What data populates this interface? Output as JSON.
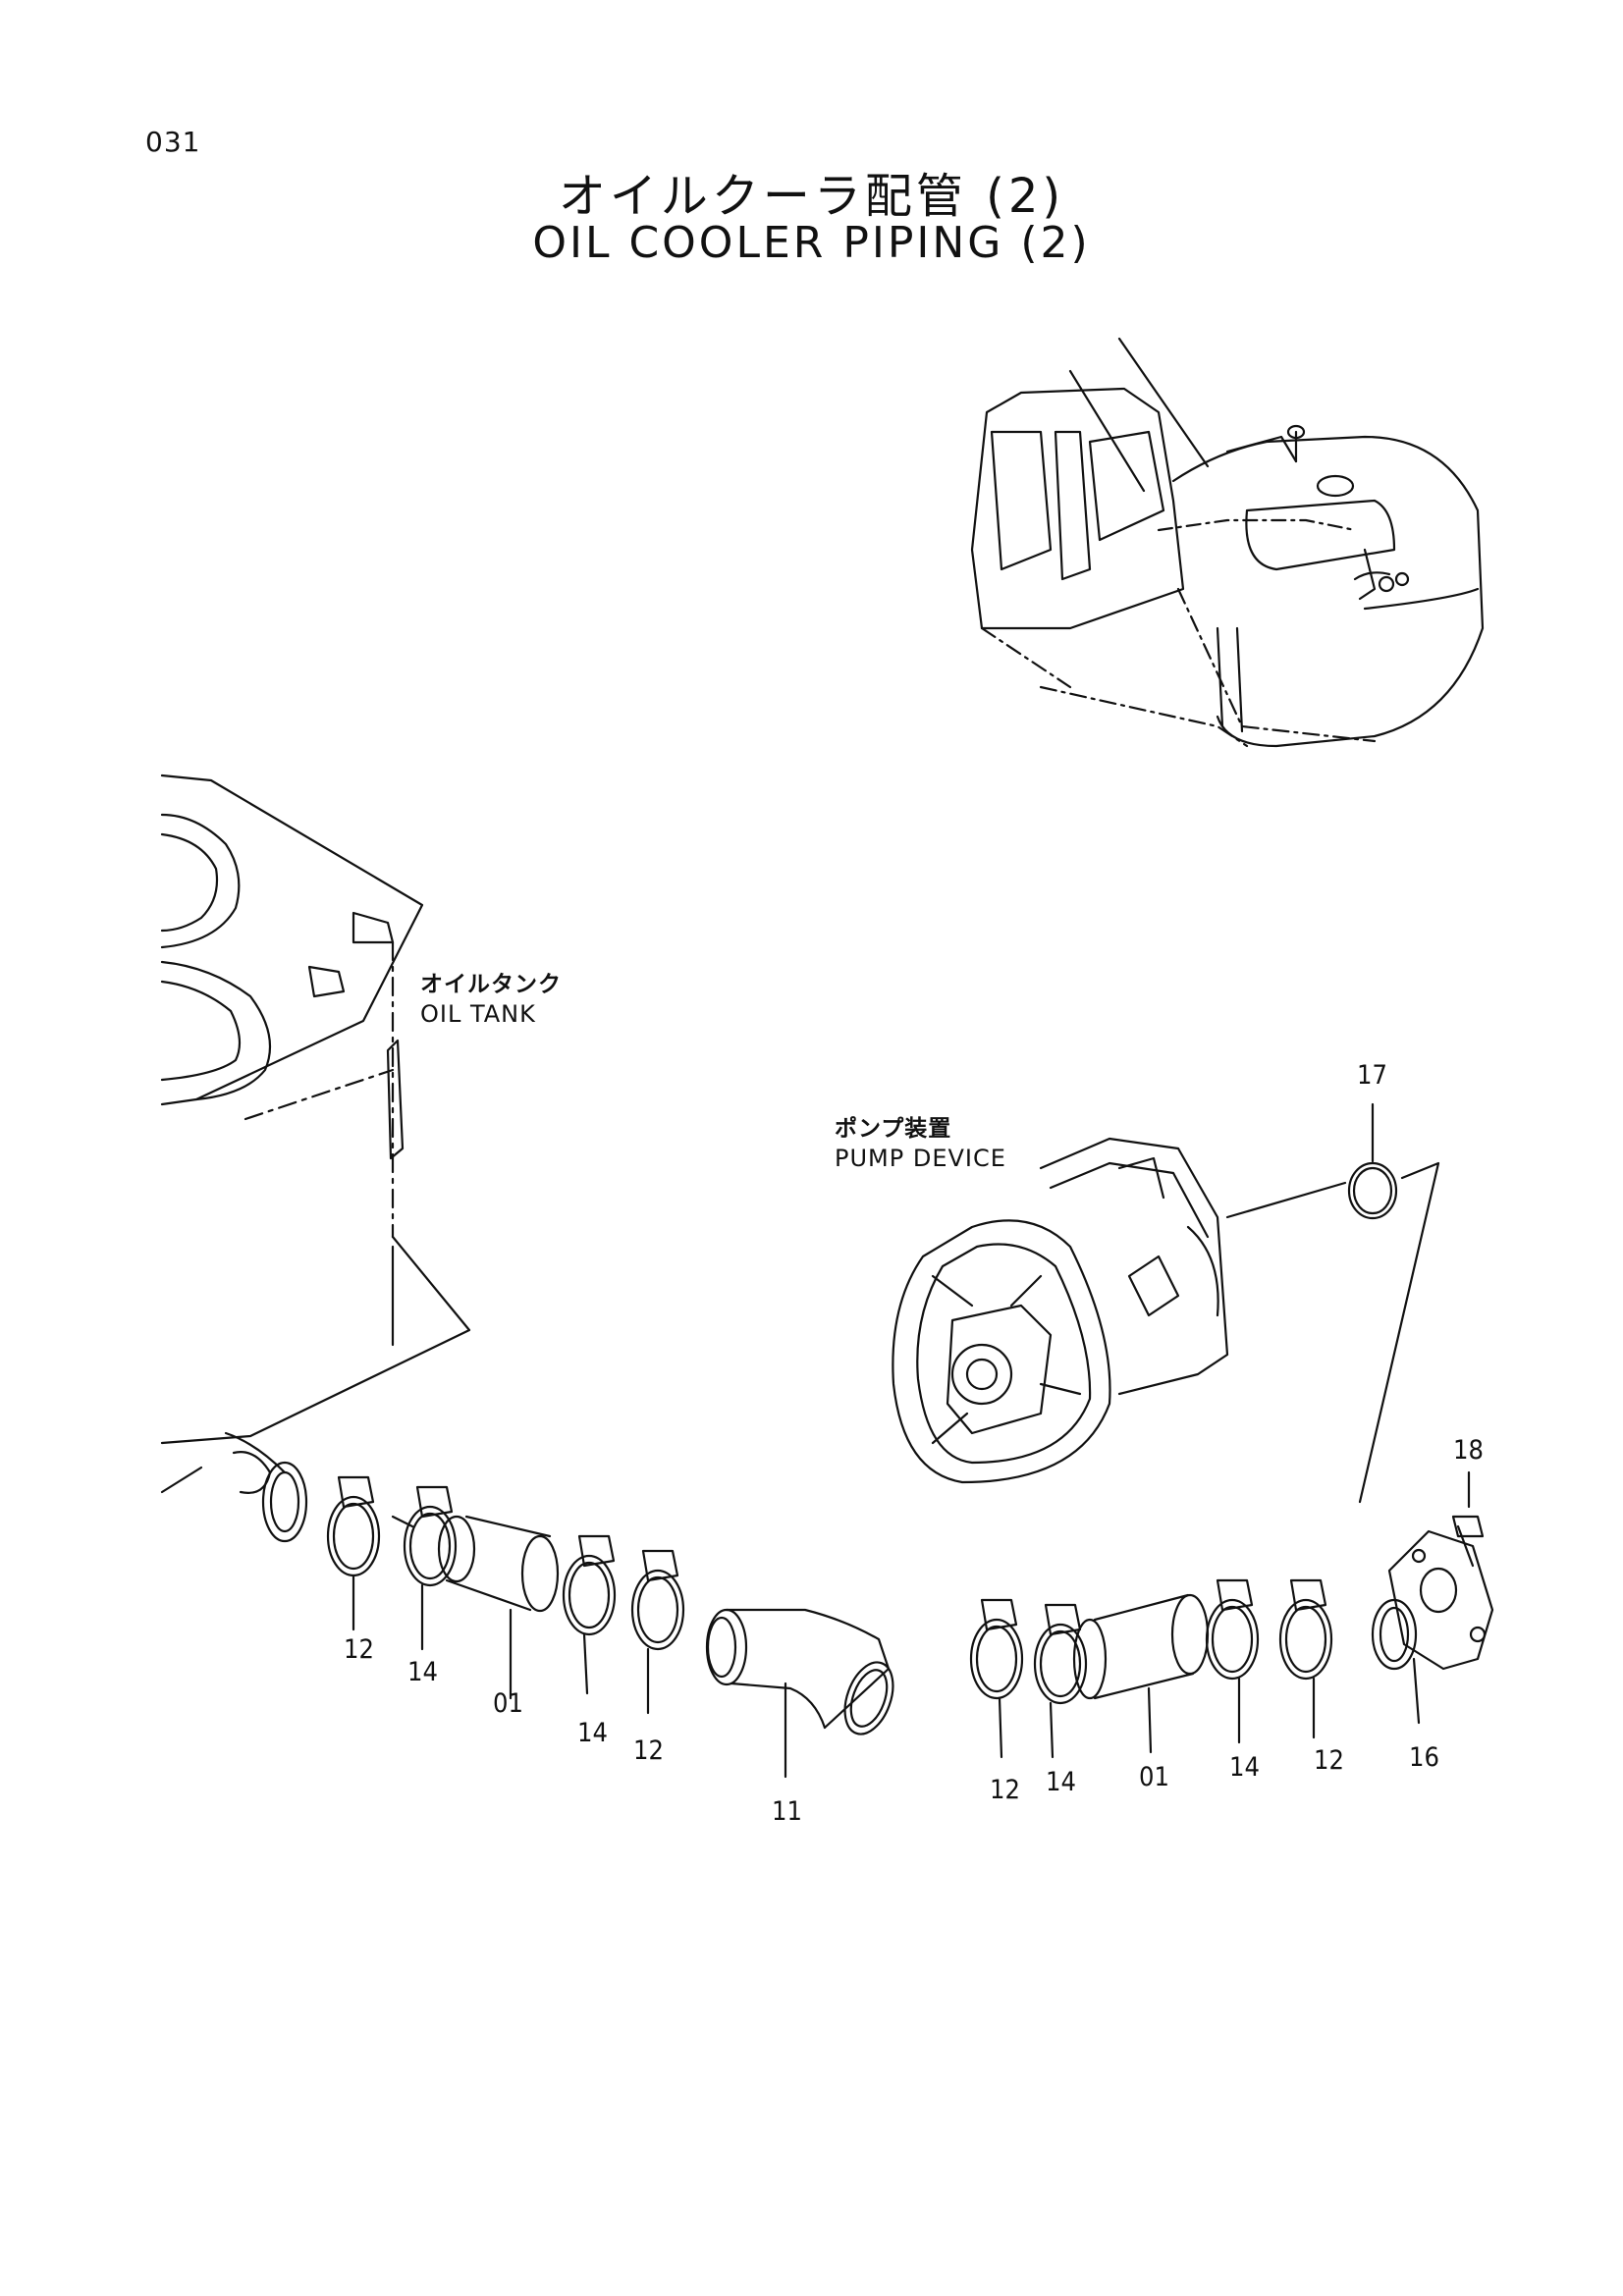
{
  "page_number": "031",
  "title_jp": "オイルクーラ配管 (2)",
  "title_en": "OIL COOLER PIPING (2)",
  "labels": {
    "oil_tank_jp": "オイルタンク",
    "oil_tank_en": "OIL TANK",
    "pump_device_jp": "ポンプ装置",
    "pump_device_en": "PUMP DEVICE"
  },
  "callouts": [
    "12",
    "14",
    "01",
    "14",
    "12",
    "11",
    "12",
    "14",
    "01",
    "14",
    "12",
    "16",
    "17",
    "18"
  ]
}
